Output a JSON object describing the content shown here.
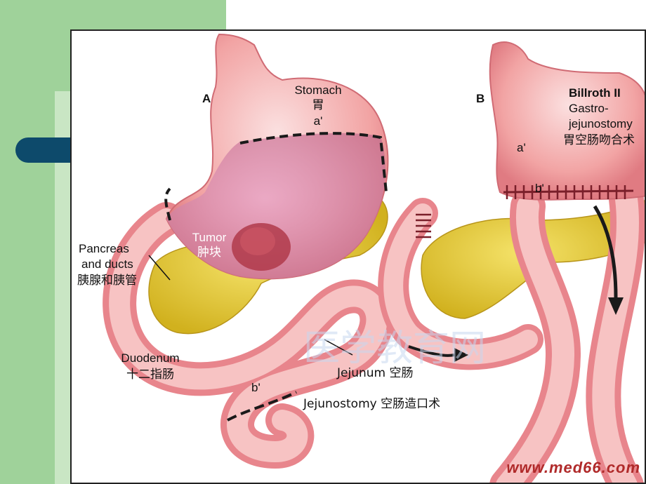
{
  "labels": {
    "panel_a": "A",
    "panel_b": "B",
    "stomach_en": "Stomach",
    "stomach_zh": "胃",
    "a_prime_left": "a'",
    "tumor_en": "Tumor",
    "tumor_zh": "肿块",
    "pancreas_en_1": "Pancreas",
    "pancreas_en_2": "and ducts",
    "pancreas_zh": "胰腺和胰管",
    "duodenum_en": "Duodenum",
    "duodenum_zh": "十二指肠",
    "b_prime_left": "b'",
    "jejunum": "Jejunum 空肠",
    "jejunostomy": "Jejunostomy 空肠造口术",
    "billroth": "Billroth II",
    "gastro_1": "Gastro-",
    "gastro_2": "jejunostomy",
    "gastro_zh": "胃空肠吻合术",
    "a_prime_right": "a'",
    "b_prime_right": "b'"
  },
  "watermark": "www.med66.com",
  "colors": {
    "slide_green": "#9fd29a",
    "slide_bar": "#0d4a6b",
    "tissue_pink": "#f2a4a4",
    "tissue_pink_light": "#f9cfcf",
    "pancreas_yellow": "#e9cf3a",
    "tumor_dark": "#b03a4a"
  }
}
